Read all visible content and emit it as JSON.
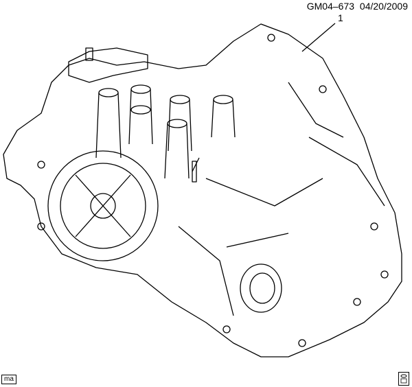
{
  "header": {
    "drawing_id": "GM04–673",
    "date": "04/20/2009"
  },
  "callouts": [
    {
      "label": "1"
    }
  ],
  "footer": {
    "artist_tag": "ma",
    "icon": "manual-book-icon"
  },
  "colors": {
    "line": "#000000",
    "background": "#ffffff"
  }
}
